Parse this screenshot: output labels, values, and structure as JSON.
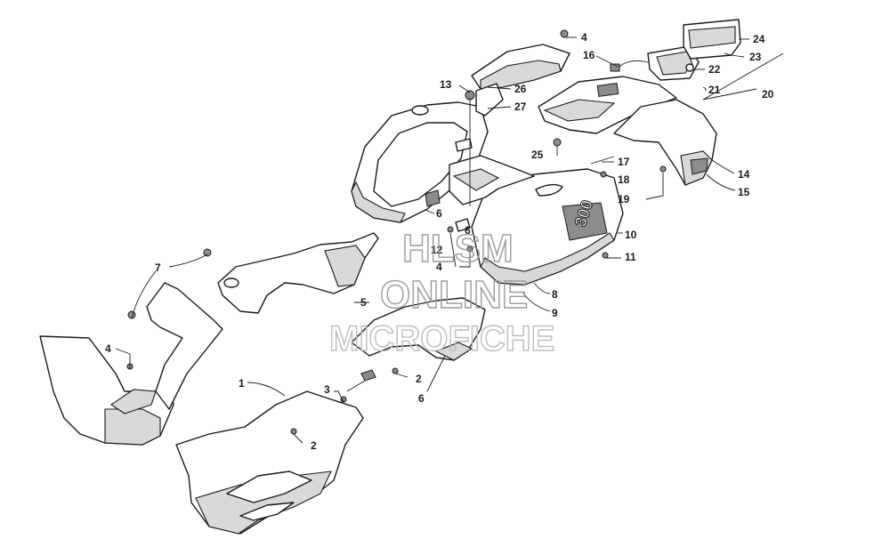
{
  "watermark": {
    "line1": "HLSM",
    "line2": "ONLINE",
    "line3": "MICROFICHE"
  },
  "decal_text": "300",
  "callouts": [
    {
      "id": "c1",
      "label": "1"
    },
    {
      "id": "c2a",
      "label": "2"
    },
    {
      "id": "c2b",
      "label": "2"
    },
    {
      "id": "c3",
      "label": "3"
    },
    {
      "id": "c4a",
      "label": "4"
    },
    {
      "id": "c4b",
      "label": "4"
    },
    {
      "id": "c4c",
      "label": "4"
    },
    {
      "id": "c5",
      "label": "5"
    },
    {
      "id": "c6a",
      "label": "6"
    },
    {
      "id": "c6b",
      "label": "6"
    },
    {
      "id": "c6c",
      "label": "6"
    },
    {
      "id": "c7",
      "label": "7"
    },
    {
      "id": "c8",
      "label": "8"
    },
    {
      "id": "c9",
      "label": "9"
    },
    {
      "id": "c10",
      "label": "10"
    },
    {
      "id": "c11",
      "label": "11"
    },
    {
      "id": "c12",
      "label": "12"
    },
    {
      "id": "c13",
      "label": "13"
    },
    {
      "id": "c14",
      "label": "14"
    },
    {
      "id": "c15",
      "label": "15"
    },
    {
      "id": "c16",
      "label": "16"
    },
    {
      "id": "c17",
      "label": "17"
    },
    {
      "id": "c18",
      "label": "18"
    },
    {
      "id": "c19",
      "label": "19"
    },
    {
      "id": "c20",
      "label": "20"
    },
    {
      "id": "c21",
      "label": "21"
    },
    {
      "id": "c22",
      "label": "22"
    },
    {
      "id": "c23",
      "label": "23"
    },
    {
      "id": "c24",
      "label": "24"
    },
    {
      "id": "c25",
      "label": "25"
    },
    {
      "id": "c26",
      "label": "26"
    },
    {
      "id": "c27",
      "label": "27"
    }
  ]
}
